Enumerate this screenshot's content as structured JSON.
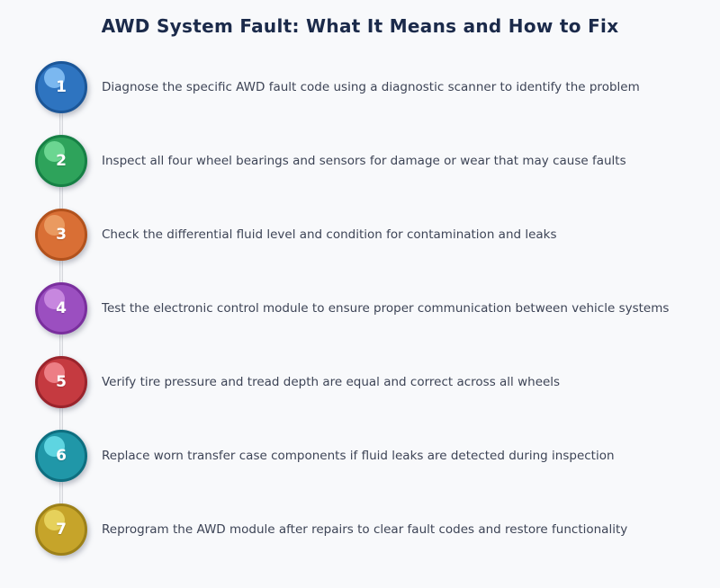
{
  "title": "AWD System Fault: What It Means and How to Fix",
  "theme": {
    "background": "#f8f9fb",
    "title_color": "#1b2a4a",
    "label_color": "#3d4456",
    "connector_color": "#d9dbe0",
    "number_color": "#ffffff"
  },
  "steps": [
    {
      "number": "1",
      "label": "Diagnose the specific AWD fault code using a diagnostic scanner to identify the problem",
      "fill": "#2e74c0",
      "border": "#1b5698",
      "highlight": "#7fbcf2"
    },
    {
      "number": "2",
      "label": "Inspect all four wheel bearings and sensors for damage or wear that may cause faults",
      "fill": "#2ea35b",
      "border": "#168045",
      "highlight": "#6fd995"
    },
    {
      "number": "3",
      "label": "Check the differential fluid level and condition for contamination and leaks",
      "fill": "#d96f35",
      "border": "#b2521d",
      "highlight": "#eb9c63"
    },
    {
      "number": "4",
      "label": "Test the electronic control module to ensure proper communication between vehicle systems",
      "fill": "#9b4fc0",
      "border": "#7a2f9e",
      "highlight": "#c98ae0"
    },
    {
      "number": "5",
      "label": "Verify tire pressure and tread depth are equal and correct across all wheels",
      "fill": "#c53a40",
      "border": "#9a242c",
      "highlight": "#ef8289"
    },
    {
      "number": "6",
      "label": "Replace worn transfer case components if fluid leaks are detected during inspection",
      "fill": "#2097a8",
      "border": "#0e6f80",
      "highlight": "#62d8e4"
    },
    {
      "number": "7",
      "label": "Reprogram the AWD module after repairs to clear fault codes and restore functionality",
      "fill": "#c6a42a",
      "border": "#9d8119",
      "highlight": "#e8d45e"
    }
  ]
}
